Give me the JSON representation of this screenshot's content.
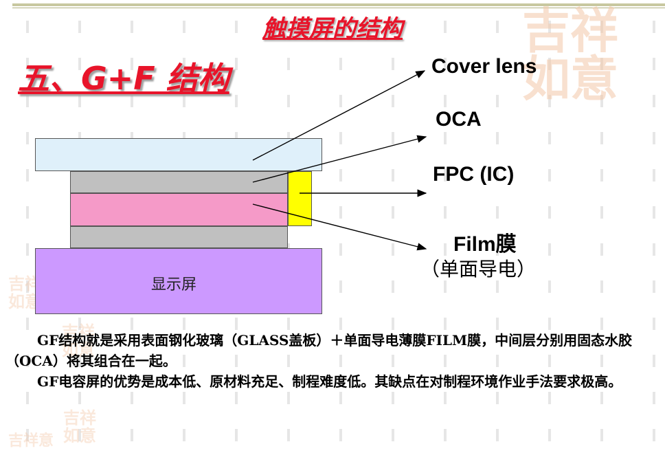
{
  "slide": {
    "title": "触摸屏的结构",
    "section": "五、G+F 结构"
  },
  "diagram": {
    "display_label": "显示屏",
    "labels": {
      "cover_lens": "Cover lens",
      "oca": "OCA",
      "fpc": "FPC (IC)",
      "film": "Film膜",
      "film_note": "（单面导电）"
    },
    "colors": {
      "cover_lens": "#dff0fa",
      "oca": "#c0c0c0",
      "film": "#f59ac8",
      "fpc": "#ffff00",
      "display": "#cc99ff",
      "title_red": "#e8142a"
    }
  },
  "body": {
    "paragraph1": "GF结构就是采用表面钢化玻璃（GLASS盖板）＋单面导电薄膜FILM膜，中间层分别用固态水胶（OCA）将其组合在一起。",
    "paragraph2": "GF电容屏的优势是成本低、原材料充足、制程难度低。其缺点在对制程环境作业手法要求极高。"
  },
  "decoration": {
    "watermark_glyphs": [
      "吉",
      "祥",
      "如",
      "意"
    ]
  }
}
